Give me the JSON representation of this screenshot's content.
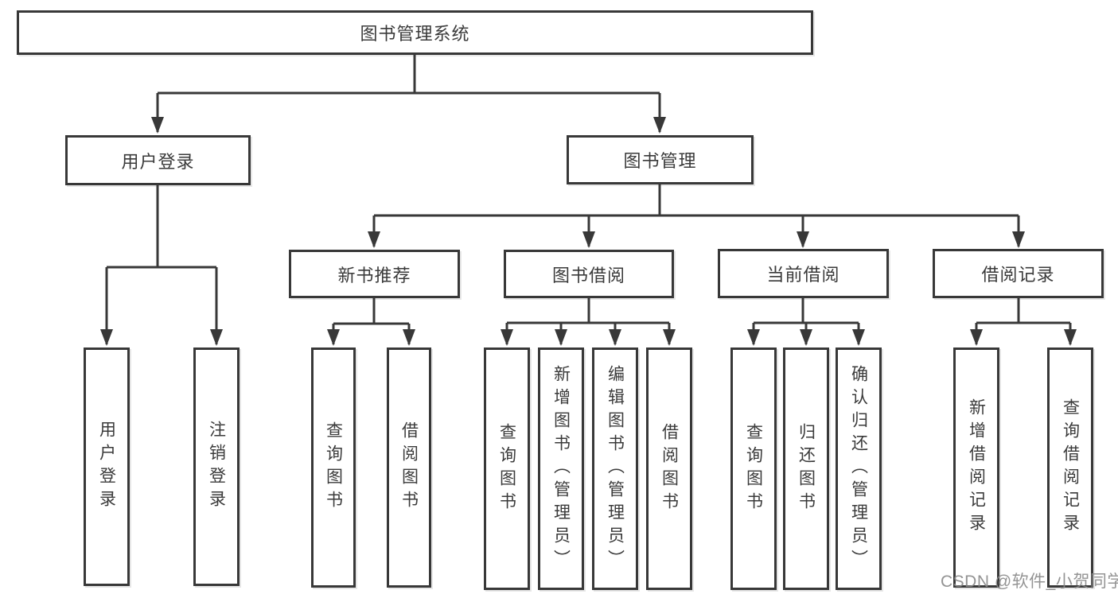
{
  "diagram": {
    "root": {
      "label": "图书管理系统"
    },
    "branches": [
      {
        "label": "用户登录",
        "children": [
          {
            "label": "用户登录"
          },
          {
            "label": "注销登录"
          }
        ]
      },
      {
        "label": "图书管理",
        "children": [
          {
            "label": "新书推荐",
            "children": [
              {
                "label": "查询图书"
              },
              {
                "label": "借阅图书"
              }
            ]
          },
          {
            "label": "图书借阅",
            "children": [
              {
                "label": "查询图书"
              },
              {
                "label": "新增图书（管理员）"
              },
              {
                "label": "编辑图书（管理员）"
              },
              {
                "label": "借阅图书"
              }
            ]
          },
          {
            "label": "当前借阅",
            "children": [
              {
                "label": "查询图书"
              },
              {
                "label": "归还图书"
              },
              {
                "label": "确认归还（管理员）"
              }
            ]
          },
          {
            "label": "借阅记录",
            "children": [
              {
                "label": "新增借阅记录"
              },
              {
                "label": "查询借阅记录"
              }
            ]
          }
        ]
      }
    ]
  },
  "watermark": {
    "text": "CSDN @软件_小贺同学"
  },
  "colors": {
    "line": "#383838",
    "box_border": "#383838",
    "text": "#3a3a3a",
    "watermark": "#888888",
    "background": "#ffffff"
  }
}
